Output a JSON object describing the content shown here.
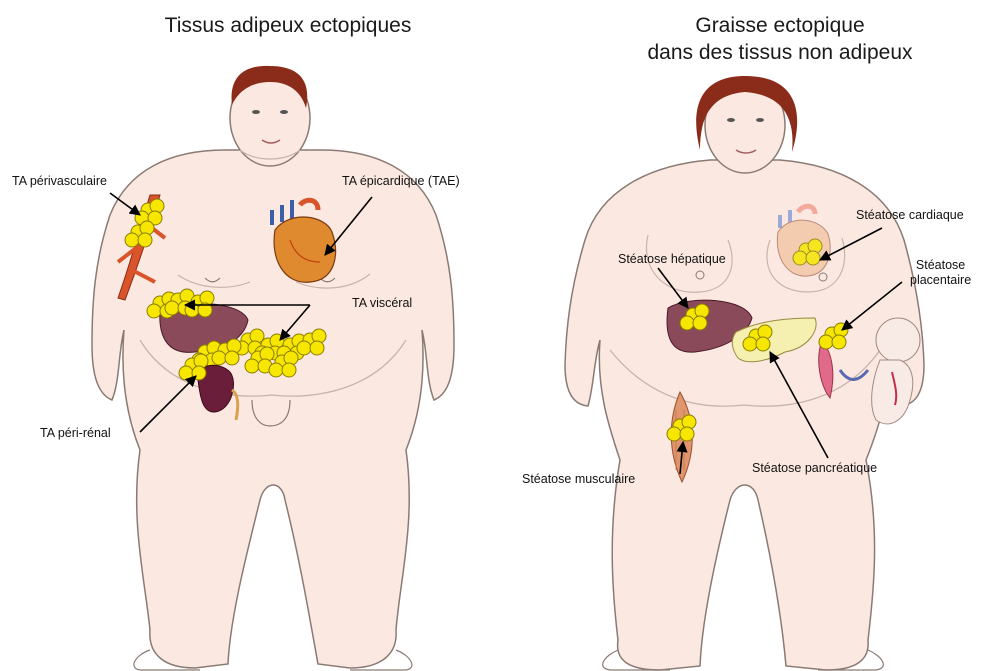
{
  "titles": {
    "left": "Tissus adipeux ectopiques",
    "right_line1": "Graisse ectopique",
    "right_line2": "dans des tissus non adipeux"
  },
  "left_labels": {
    "perivascular": "TA périvasculaire",
    "epicardial": "TA épicardique (TAE)",
    "visceral": "TA viscéral",
    "perirenal": "TA péri-rénal"
  },
  "right_labels": {
    "cardiac": "Stéatose cardiaque",
    "hepatic": "Stéatose hépatique",
    "placental_line1": "Stéatose",
    "placental_line2": "placentaire",
    "muscular": "Stéatose musculaire",
    "pancreatic": "Stéatose pancréatique"
  },
  "colors": {
    "skin": "#fbe9e1",
    "outline": "#8a7a74",
    "hair": "#8b2c1a",
    "fat": "#f6e600",
    "liver": "#8a4a5a",
    "kidney": "#6b1e3a",
    "artery": "#d9542b",
    "heart": "#e08a30",
    "pancreas": "#f5efb0",
    "muscle": "#e0956c"
  }
}
